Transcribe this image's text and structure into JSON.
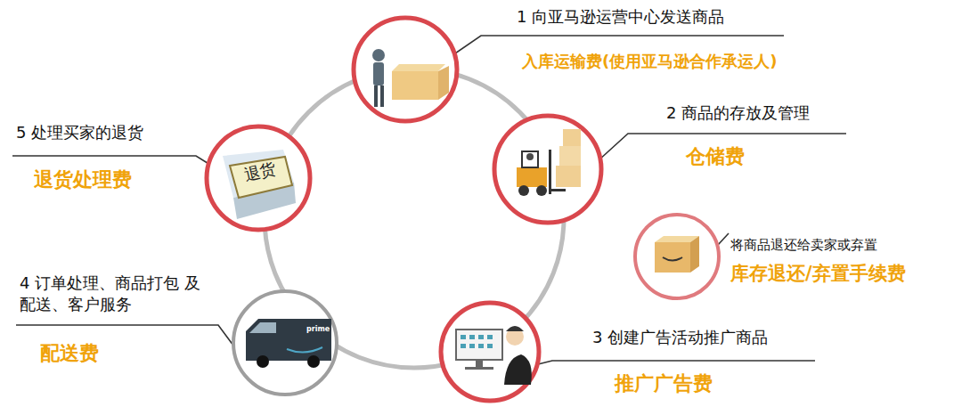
{
  "diagram": {
    "labels": [
      "1 向亚马逊运营中心发送商品",
      "入库运输费(使用亚马逊合作承运人)",
      "2 商品的存放及管理",
      "仓储费",
      "将商品退还给卖家或弃置",
      "库存退还/弃置手续费",
      "3 创建广告活动推广商品",
      "推广广告费",
      "4 订单处理、商品打包 及配送、客户服务",
      "配送费",
      "5 处理买家的退货",
      "退货处理费",
      "退货",
      "prime"
    ]
  }
}
